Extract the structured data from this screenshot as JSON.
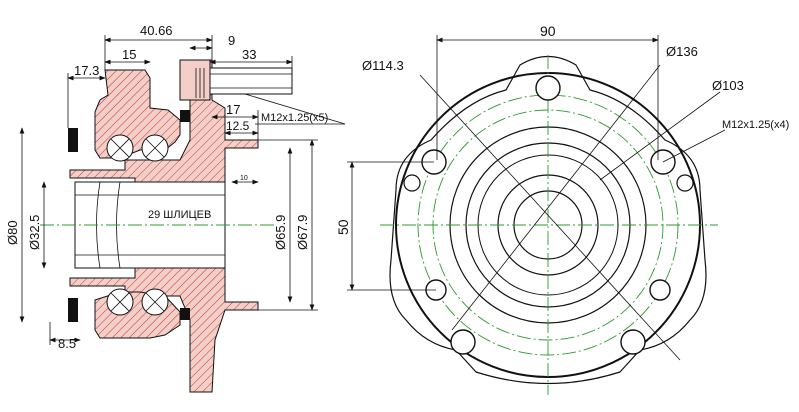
{
  "side_view": {
    "dim_40_66": "40.66",
    "dim_15": "15",
    "dim_9": "9",
    "dim_33": "33",
    "dim_17_3": "17.3",
    "dim_17": "17",
    "dim_12_5": "12.5",
    "dim_10": "10",
    "dim_8_5": "8.5",
    "dim_d80": "Ø80",
    "dim_d32_5": "Ø32.5",
    "dim_d65_9": "Ø65.9",
    "dim_d67_9": "Ø67.9",
    "stud_label": "M12x1.25(x5)",
    "spline_label": "29 ШЛИЦЕВ"
  },
  "front_view": {
    "dim_90": "90",
    "dim_50": "50",
    "dim_d114_3": "Ø114.3",
    "dim_d136": "Ø136",
    "dim_d103": "Ø103",
    "bolt_label": "M12x1.25(x4)"
  },
  "colors": {
    "section_fill": "#f4cfc9",
    "hatch": "#c0392b",
    "centerline": "#2c9a2c",
    "line": "#111111"
  }
}
